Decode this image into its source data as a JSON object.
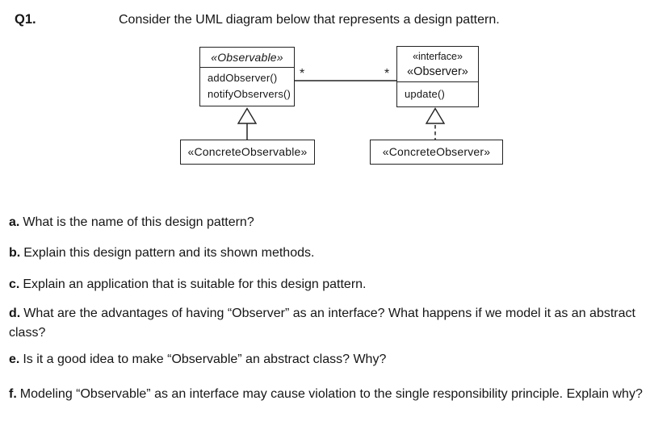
{
  "header": {
    "number": "Q1.",
    "prompt": "Consider the UML diagram below that represents a design pattern."
  },
  "diagram": {
    "observable": {
      "title": "«Observable»",
      "methods": [
        "addObserver()",
        "notifyObservers()"
      ]
    },
    "observer": {
      "stereotype": "«interface»",
      "title": "«Observer»",
      "methods": [
        "update()"
      ]
    },
    "concrete_observable": {
      "title": "«ConcreteObservable»"
    },
    "concrete_observer": {
      "title": "«ConcreteObserver»"
    },
    "association": {
      "left_multiplicity": "*",
      "right_multiplicity": "*"
    }
  },
  "questions": [
    {
      "label": "a.",
      "text": "What is the name of this design pattern?"
    },
    {
      "label": "b.",
      "text": "Explain this design pattern and its shown methods."
    },
    {
      "label": "c.",
      "text": "Explain an application that is suitable for this design pattern."
    },
    {
      "label": "d.",
      "text": "What are the advantages of having “Observer” as an interface? What happens if we model it as an abstract class?"
    },
    {
      "label": "e.",
      "text": "Is it a good idea to make “Observable” an abstract class? Why?"
    },
    {
      "label": "f.",
      "text": "Modeling “Observable” as an interface may cause violation to the single responsibility principle. Explain why?"
    }
  ],
  "colors": {
    "ink": "#232323",
    "text": "#161616",
    "background": "#ffffff"
  }
}
